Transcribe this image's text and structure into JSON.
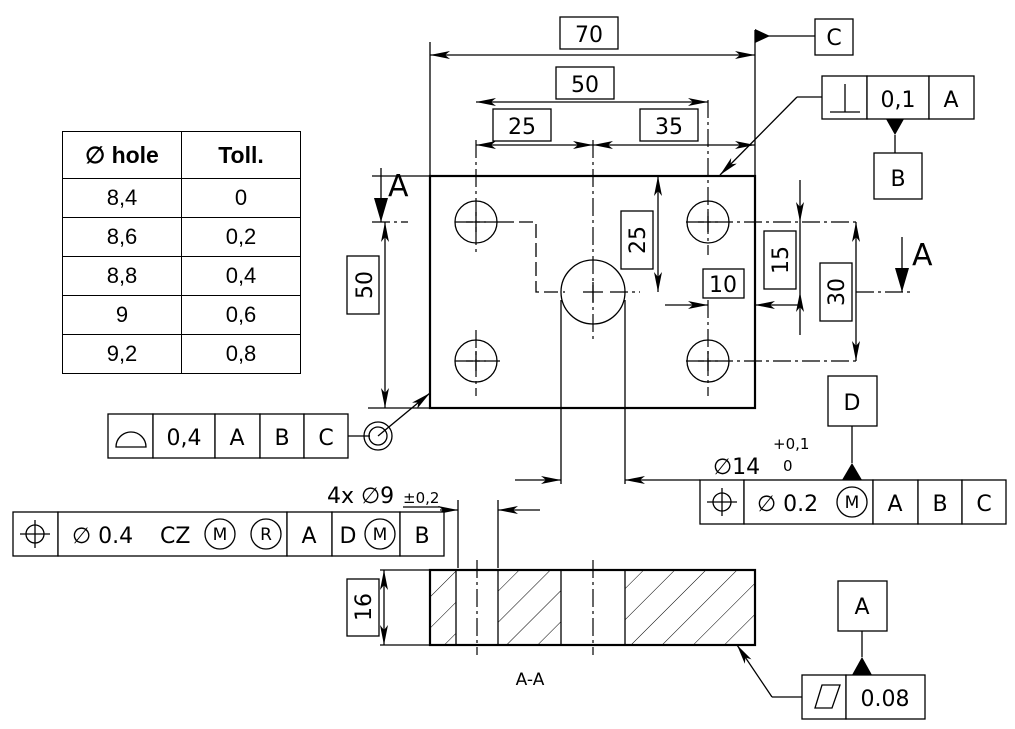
{
  "hole_table": {
    "headers": [
      "∅ hole",
      "Toll."
    ],
    "rows": [
      [
        "8,4",
        "0"
      ],
      [
        "8,6",
        "0,2"
      ],
      [
        "8,8",
        "0,4"
      ],
      [
        "9",
        "0,6"
      ],
      [
        "9,2",
        "0,8"
      ]
    ]
  },
  "dimensions": {
    "overall_width": "70",
    "hole_spacing": "50",
    "left_to_center": "25",
    "center_to_right": "35",
    "overall_height": "50",
    "vertical_25": "25",
    "edge_10": "10",
    "vertical_15": "15",
    "vertical_30": "30",
    "thickness": "16",
    "center_hole_dia": "∅14",
    "center_hole_tol_upper": "+0,1",
    "center_hole_tol_lower": "0",
    "pattern_callout": "4x ∅9",
    "pattern_tol": "±0,2"
  },
  "section": {
    "label": "A",
    "view_label": "A-A"
  },
  "datums": {
    "c": "C",
    "b": "B",
    "d": "D",
    "a": "A"
  },
  "fcf_perpendicularity": {
    "symbol": "perpendicularity-icon",
    "tolerance": "0,1",
    "datum": "A"
  },
  "fcf_profile": {
    "symbol": "profile-of-surface-icon",
    "tolerance": "0,4",
    "datums": [
      "A",
      "B",
      "C"
    ],
    "all_around": "all-around-icon"
  },
  "fcf_position_center": {
    "symbol": "position-icon",
    "tolerance": "∅ 0.2",
    "modifier": "M",
    "datums": [
      "A",
      "B",
      "C"
    ]
  },
  "fcf_position_pattern": {
    "symbol": "position-icon",
    "tolerance": "∅ 0.4",
    "cz": "CZ",
    "modifier1": "M",
    "modifier2": "R",
    "datums": [
      "A",
      "D",
      "B"
    ],
    "datum_d_modifier": "M"
  },
  "fcf_flatness": {
    "symbol": "parallelogram-flatness-icon",
    "tolerance": "0.08"
  }
}
